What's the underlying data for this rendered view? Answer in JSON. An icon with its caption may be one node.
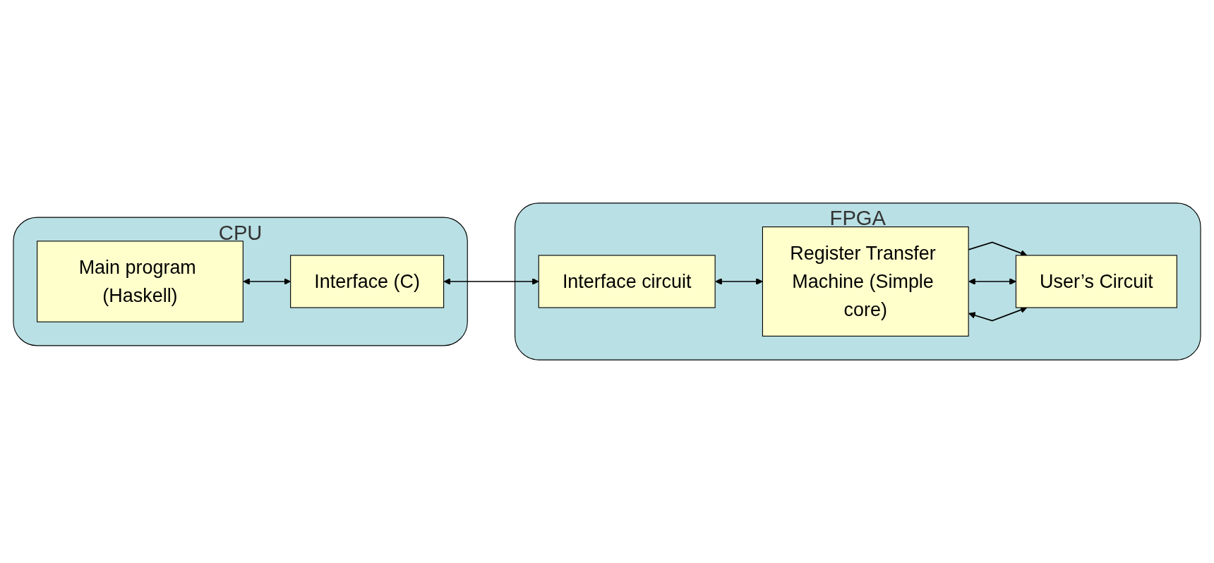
{
  "diagram": {
    "nodes": [
      {
        "text": [
          "CPU"
        ]
      },
      {
        "text": [
          "Main program (Haskell)"
        ],
        "in": 0
      },
      {
        "text": [
          "Interface (C)"
        ],
        "in": 0
      },
      {
        "text": [
          "FPGA"
        ]
      },
      {
        "text": [
          "Interface circuit"
        ],
        "in": 3
      },
      {
        "text": [
          "Register Transfer Machine (Simple core)"
        ],
        "in": 3
      },
      {
        "text": [
          "User’s Circuit"
        ],
        "in": 3
      }
    ],
    "edges": [
      {
        "from": 1,
        "to": 2,
        "arrow": "both"
      },
      {
        "from": 2,
        "to": 4,
        "arrow": "both"
      },
      {
        "from": 4,
        "to": 5,
        "arrow": "both"
      },
      {
        "from": 5,
        "to": 6,
        "arrow": "to"
      },
      {
        "from": 5,
        "to": 6,
        "arrow": "both"
      },
      {
        "from": 5,
        "to": 6,
        "arrow": "both"
      }
    ]
  }
}
